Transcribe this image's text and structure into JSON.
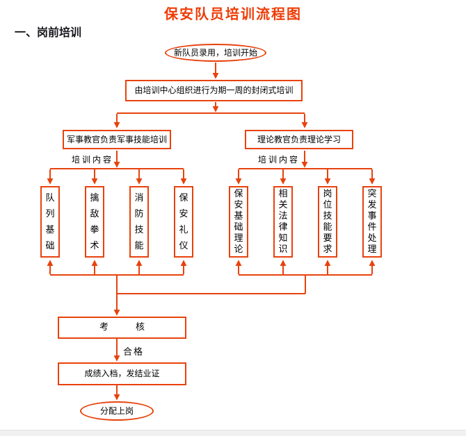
{
  "colors": {
    "accent": "#e8420c",
    "title": "#ee3c07",
    "heading": "#17171c",
    "text": "#000000",
    "background": "#ffffff"
  },
  "title": "保安队员培训流程图",
  "section_heading": "一、岗前培训",
  "flow": {
    "start": "新队员录用，培训开始",
    "step_training": "由培训中心组织进行为期一周的封闭式培训",
    "branch_left": "军事教官负责军事技能培训",
    "branch_right": "理论教官负责理论学习",
    "content_label_left": "培训内容",
    "content_label_right": "培训内容",
    "left_items": [
      "队列基础",
      "擒敌拳术",
      "消防技能",
      "保安礼仪"
    ],
    "right_items": [
      "保安基础理论",
      "相关法律知识",
      "岗位技能要求",
      "突发事件处理"
    ],
    "assessment": "考　　　核",
    "pass_label": "合格",
    "archive": "成绩入档，发结业证",
    "end": "分配上岗"
  }
}
